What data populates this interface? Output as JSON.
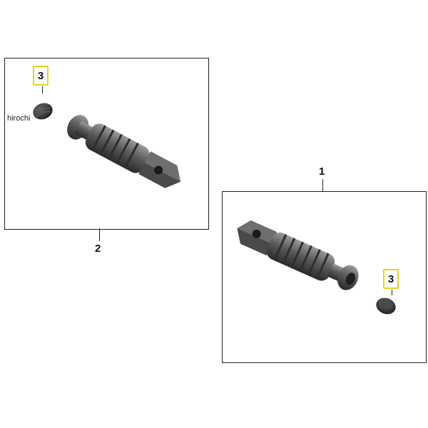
{
  "watermark": "hirochi",
  "left_panel": {
    "callout": "2",
    "part_badge": "3"
  },
  "right_panel": {
    "callout": "1",
    "part_badge": "3"
  },
  "colors": {
    "frame": "#222222",
    "badge_border": "#e8d21d",
    "part_dark": "#3a3a3a",
    "part_light": "#8a8a8a"
  }
}
